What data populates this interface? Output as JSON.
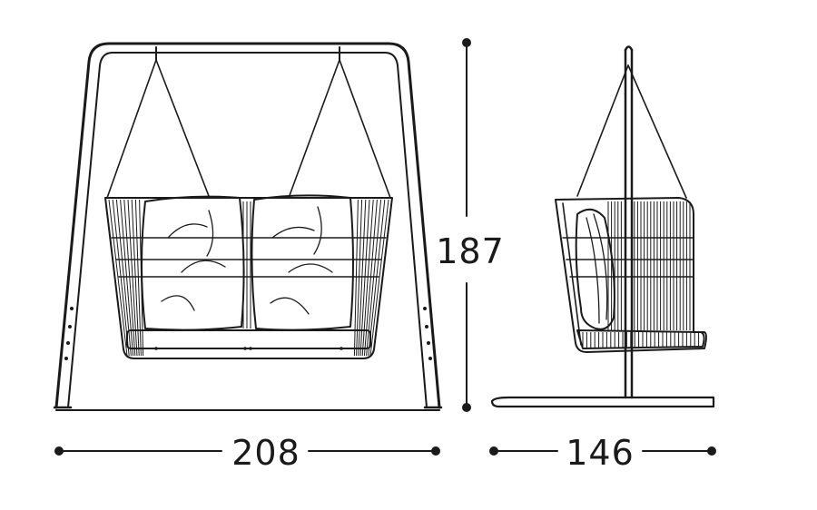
{
  "dimensions": {
    "width_front": "208",
    "height": "187",
    "depth_side": "146"
  },
  "colors": {
    "line": "#1a1a1a",
    "background": "#ffffff"
  }
}
